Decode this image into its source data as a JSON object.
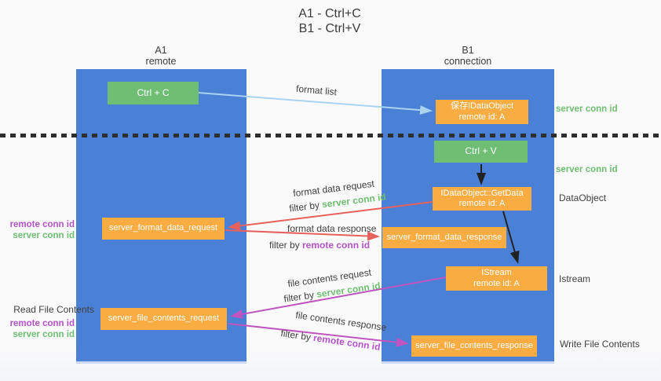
{
  "title": {
    "line1": "A1 - Ctrl+C",
    "line2": "B1 - Ctrl+V"
  },
  "lanes": {
    "a": {
      "name": "A1",
      "subtitle": "remote"
    },
    "b": {
      "name": "B1",
      "subtitle": "connection"
    }
  },
  "nodes": {
    "ctrl_c": "Ctrl + C",
    "ctrl_v": "Ctrl + V",
    "save_idataobject": {
      "line1": "保存IDataObject",
      "line2": "remote id: A"
    },
    "getdata": {
      "line1": "IDataObject::GetData",
      "line2": "remote id: A"
    },
    "istream": {
      "line1": "IStream",
      "line2": "remote id: A"
    },
    "server_format_data_request": "server_format_data_request",
    "server_format_data_response": "server_format_data_response",
    "server_file_contents_request": "server_file_contents_request",
    "server_file_contents_response": "server_file_contents_response"
  },
  "side_labels": {
    "server_conn_id_top": "server conn id",
    "server_conn_id_mid": "server conn id",
    "dataobject": "DataObject",
    "istream": "Istream",
    "write_file_contents": "Write File Contents",
    "read_file_contents": "Read File Contents",
    "remote_conn_id": "remote conn id",
    "server_conn_id": "server conn id"
  },
  "flow_labels": {
    "format_list": "format list",
    "format_data_request": "format data request",
    "format_data_response": "format data response",
    "file_contents_request": "file contents request",
    "file_contents_response": "file contents response",
    "filter_by": "filter by ",
    "server_conn_id": "server conn id",
    "remote_conn_id": "remote conn id"
  },
  "colors": {
    "lane_blue": "#4a80d5",
    "node_green": "#6fbe74",
    "node_orange": "#f9ac42",
    "arrow_red": "#e7615c",
    "arrow_magenta": "#c054c0",
    "arrow_lightblue": "#a9d3f0",
    "arrow_black": "#222222",
    "text_green": "#6fbe72",
    "text_purple": "#b452c8",
    "text_dark": "#3c3c3c"
  }
}
